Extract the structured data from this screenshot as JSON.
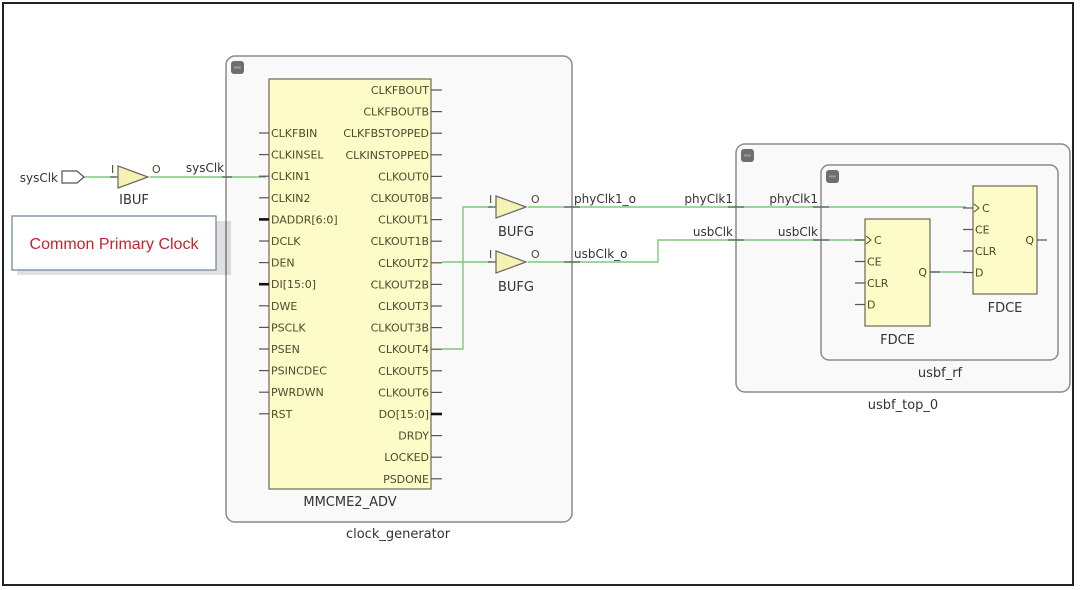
{
  "diagram": {
    "note": "Common Primary Clock",
    "input_port": {
      "name": "sysClk"
    },
    "ibuf": {
      "type": "IBUF",
      "pin_in": "I",
      "pin_out": "O",
      "net_out": "sysClk"
    },
    "clock_generator": {
      "instance": "clock_generator",
      "cell": {
        "type": "MMCME2_ADV",
        "left_pins": [
          "CLKFBIN",
          "CLKINSEL",
          "CLKIN1",
          "CLKIN2",
          "DADDR[6:0]",
          "DCLK",
          "DEN",
          "DI[15:0]",
          "DWE",
          "PSCLK",
          "PSEN",
          "PSINCDEC",
          "PWRDWN",
          "RST"
        ],
        "right_pins": [
          "CLKFBOUT",
          "CLKFBOUTB",
          "CLKFBSTOPPED",
          "CLKINSTOPPED",
          "CLKOUT0",
          "CLKOUT0B",
          "CLKOUT1",
          "CLKOUT1B",
          "CLKOUT2",
          "CLKOUT2B",
          "CLKOUT3",
          "CLKOUT3B",
          "CLKOUT4",
          "CLKOUT5",
          "CLKOUT6",
          "DO[15:0]",
          "DRDY",
          "LOCKED",
          "PSDONE"
        ]
      },
      "bufg": [
        {
          "type": "BUFG",
          "pin_in": "I",
          "pin_out": "O",
          "net_out": "phyClk1_o"
        },
        {
          "type": "BUFG",
          "pin_in": "I",
          "pin_out": "O",
          "net_out": "usbClk_o"
        }
      ]
    },
    "usbf_top_0": {
      "instance": "usbf_top_0",
      "port_labels": [
        "phyClk1",
        "usbClk"
      ],
      "usbf_rf": {
        "instance": "usbf_rf",
        "port_labels": [
          "phyClk1",
          "usbClk"
        ],
        "flops": [
          {
            "type": "FDCE",
            "pins_left": [
              "C",
              "CE",
              "CLR",
              "D"
            ],
            "pin_right": "Q"
          },
          {
            "type": "FDCE",
            "pins_left": [
              "C",
              "CE",
              "CLR",
              "D"
            ],
            "pin_right": "Q"
          }
        ]
      }
    }
  }
}
